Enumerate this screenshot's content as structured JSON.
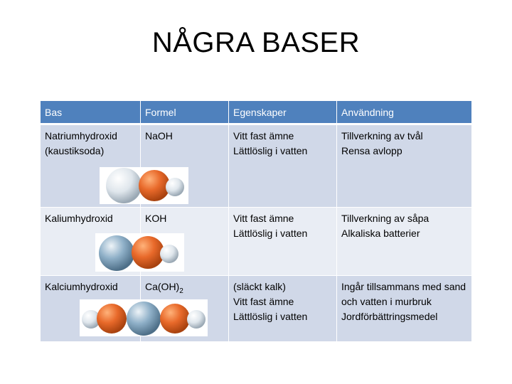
{
  "title": "NÅGRA BASER",
  "table": {
    "headers": [
      "Bas",
      "Formel",
      "Egenskaper",
      "Användning"
    ],
    "rows": [
      {
        "bas": [
          "Natriumhydroxid",
          "(kaustiksoda)"
        ],
        "formel": "NaOH",
        "formel_sub": "",
        "egenskaper": [
          "Vitt fast ämne",
          "Lättlöslig i vatten"
        ],
        "anvandning": [
          "Tillverkning av tvål",
          "Rensa avlopp"
        ],
        "molecule": "white-orange-white"
      },
      {
        "bas": [
          "Kaliumhydroxid"
        ],
        "formel": "KOH",
        "formel_sub": "",
        "egenskaper": [
          "Vitt fast ämne",
          "Lättlöslig i vatten"
        ],
        "anvandning": [
          "Tillverkning av såpa",
          "Alkaliska batterier"
        ],
        "molecule": "blue-orange-white"
      },
      {
        "bas": [
          "Kalciumhydroxid"
        ],
        "formel": "Ca(OH)",
        "formel_sub": "2",
        "egenskaper": [
          "(släckt kalk)",
          "Vitt fast ämne",
          "Lättlöslig i vatten"
        ],
        "anvandning": [
          "Ingår tillsammans med sand och vatten i murbruk",
          "Jordförbättringsmedel"
        ],
        "molecule": "white-orange-blue-orange-white"
      }
    ]
  },
  "colors": {
    "header_bg": "#4f81bd",
    "row_dark": "#d0d8e8",
    "row_light": "#e9edf4",
    "atom_orange": "#e8692a",
    "atom_blue": "#8fb0c8",
    "atom_white": "#f0f2f4"
  }
}
